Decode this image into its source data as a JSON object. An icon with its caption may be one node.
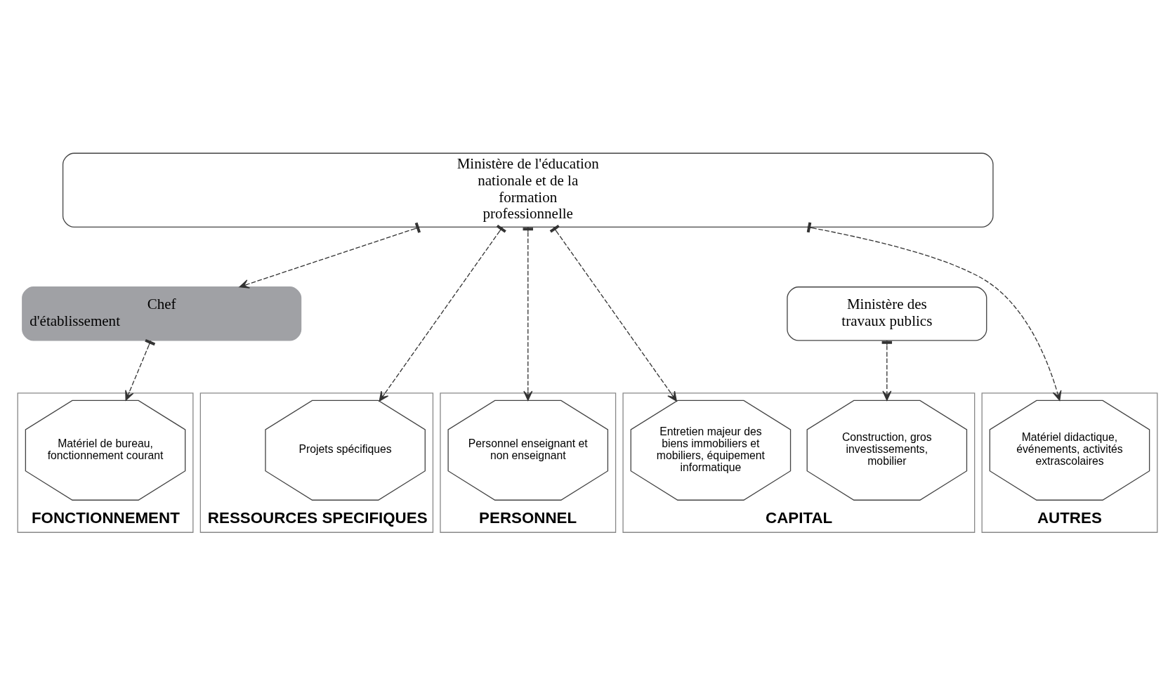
{
  "diagram": {
    "nodes": [
      {
        "text": [
          "Ministère de l'éducation nationale et de la formation professionnelle"
        ]
      },
      {
        "text": [
          "Ministère des travaux publics"
        ]
      },
      {
        "text": [
          "Chef d'établissement"
        ]
      },
      {
        "text": [
          "RESSOURCES SPECIFIQUES"
        ]
      },
      {
        "text": [
          "Projets spécifiques"
        ],
        "in": 3
      },
      {
        "text": [
          "PERSONNEL"
        ]
      },
      {
        "text": [
          "Personnel enseignant et non enseignant"
        ],
        "in": 5
      },
      {
        "text": [
          "FONCTIONNEMENT"
        ]
      },
      {
        "text": [
          "Matériel de bureau, fonctionnement courant"
        ],
        "in": 7
      },
      {
        "text": [
          "CAPITAL"
        ]
      },
      {
        "text": [
          "Entretien majeur des biens immobiliers et mobiliers, équipement informatique"
        ],
        "in": 9
      },
      {
        "text": [
          "Construction, gros investissements, mobilier"
        ],
        "in": 9
      },
      {
        "text": [
          "AUTRES"
        ]
      },
      {
        "text": [
          "Matériel didactique, événements, activités extrascolaires"
        ],
        "in": 12
      }
    ],
    "edges": [
      {
        "from": 0,
        "to": 4,
        "arrow": "to",
        "style": "dashed"
      },
      {
        "from": 0,
        "to": 6,
        "arrow": "to",
        "style": "dashed"
      },
      {
        "from": 0,
        "to": 2,
        "arrow": "to",
        "style": "dashed"
      },
      {
        "from": 2,
        "to": 8,
        "arrow": "to",
        "style": "dashed"
      },
      {
        "from": 0,
        "to": 10,
        "arrow": "to",
        "style": "dashed"
      },
      {
        "from": 1,
        "to": 11,
        "arrow": "to",
        "style": "dashed"
      },
      {
        "from": 0,
        "to": 13,
        "arrow": "to",
        "style": "dashed"
      }
    ]
  }
}
